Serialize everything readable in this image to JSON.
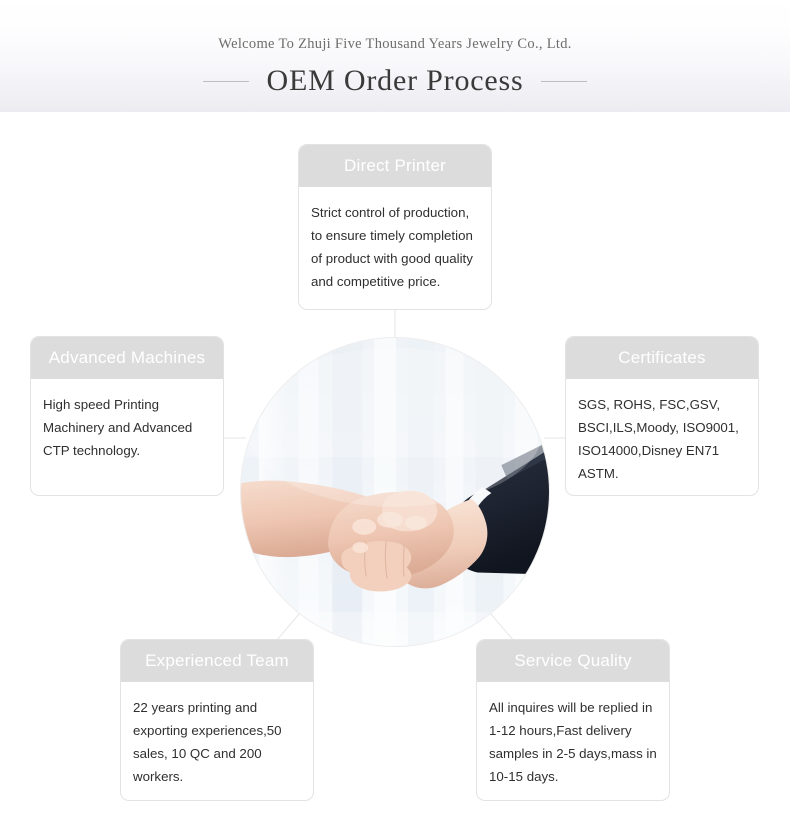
{
  "header": {
    "welcome": "Welcome To Zhuji Five Thousand Years Jewelry Co., Ltd.",
    "title": "OEM Order Process"
  },
  "center": {
    "image_name": "handshake-photo",
    "description": "Two business people shaking hands"
  },
  "colors": {
    "card_header_bg": "#dcdcdc",
    "card_header_text": "#ffffff",
    "card_border": "#e3e3e3",
    "body_text": "#2f2f2f",
    "title_text": "#3a3a3a",
    "welcome_text": "#6d6d6d",
    "connector_line": "#e8e8e8",
    "band_top": "#ffffff",
    "band_bottom": "#ebebf1"
  },
  "cards": [
    {
      "id": "direct-printer",
      "title": "Direct Printer",
      "body": "Strict control of production, to ensure timely completion of product with good quality and competitive price."
    },
    {
      "id": "advanced-machines",
      "title": "Advanced Machines",
      "body": "High speed Printing Machinery and Advanced CTP technology."
    },
    {
      "id": "certificates",
      "title": "Certificates",
      "body": "SGS, ROHS, FSC,GSV, BSCI,ILS,Moody, ISO9001, ISO14000,Disney EN71 ASTM."
    },
    {
      "id": "experienced-team",
      "title": "Experienced Team",
      "body": "22 years printing and exporting experiences,50 sales, 10 QC and 200 workers."
    },
    {
      "id": "service-quality",
      "title": "Service Quality",
      "body": "All inquires will be replied in 1-12 hours,Fast delivery samples in 2-5 days,mass in 10-15 days."
    }
  ]
}
